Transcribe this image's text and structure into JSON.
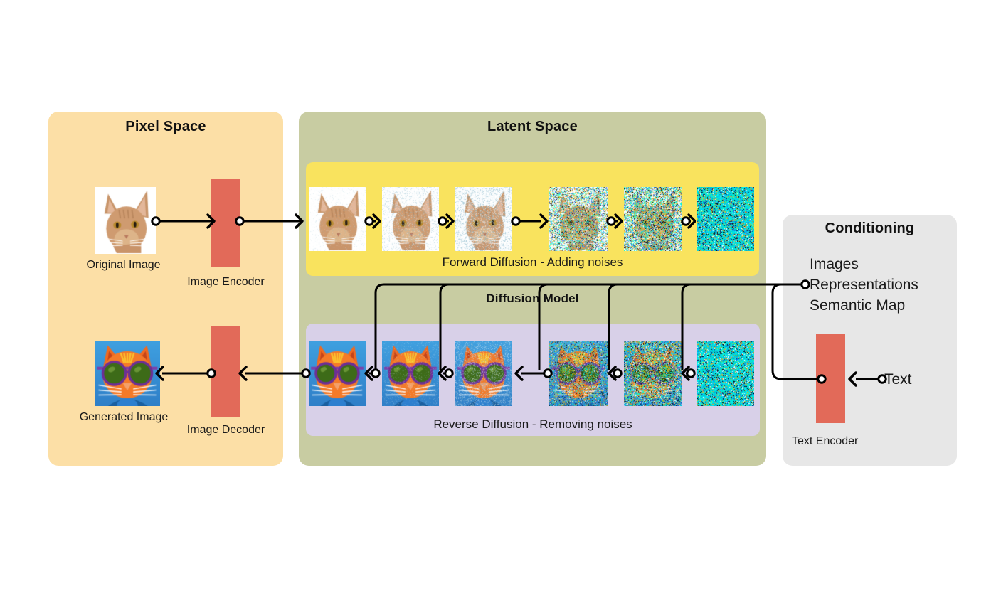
{
  "diagram": {
    "title_hidden": "Latent Diffusion Model Architecture",
    "background": "#ffffff"
  },
  "colors": {
    "pixel_space_bg": "#FCDFA6",
    "latent_space_bg": "#C8CCA2",
    "forward_band_bg": "#F9E35E",
    "reverse_band_bg": "#D8D0E8",
    "conditioning_bg": "#E7E7E7",
    "encoder_bar": "#E26A59",
    "line": "#000000",
    "text": "#111111"
  },
  "pixel_space": {
    "title": "Pixel Space",
    "original_image_label": "Original Image",
    "image_encoder_label": "Image Encoder",
    "generated_image_label": "Generated Image",
    "image_decoder_label": "Image Decoder"
  },
  "latent_space": {
    "title": "Latent Space",
    "diffusion_model_label": "Diffusion Model",
    "forward_caption": "Forward Diffusion - Adding noises",
    "reverse_caption": "Reverse Diffusion - Removing noises",
    "forward_steps": [
      {
        "name": "cat-slight-noise",
        "noise": 0.18
      },
      {
        "name": "cat-light-noise",
        "noise": 0.38
      },
      {
        "name": "cat-medium-noise",
        "noise": 0.55
      },
      {
        "name": "cat-heavy-noise",
        "noise": 0.78
      },
      {
        "name": "cat-very-heavy-noise",
        "noise": 0.92
      },
      {
        "name": "pure-noise",
        "noise": 1.0
      }
    ],
    "reverse_steps": [
      {
        "name": "generated-cat-clean",
        "noise": 0.0
      },
      {
        "name": "generated-cat-slight-noise",
        "noise": 0.22
      },
      {
        "name": "generated-cat-medium-noise",
        "noise": 0.45
      },
      {
        "name": "generated-cat-heavy-noise",
        "noise": 0.72
      },
      {
        "name": "generated-cat-very-heavy-noise",
        "noise": 0.9
      },
      {
        "name": "reverse-pure-noise",
        "noise": 1.0
      }
    ]
  },
  "conditioning": {
    "title": "Conditioning",
    "lines": [
      "Images",
      "Representations",
      "Semantic Map"
    ],
    "text_input_label": "Text",
    "text_encoder_label": "Text Encoder"
  }
}
